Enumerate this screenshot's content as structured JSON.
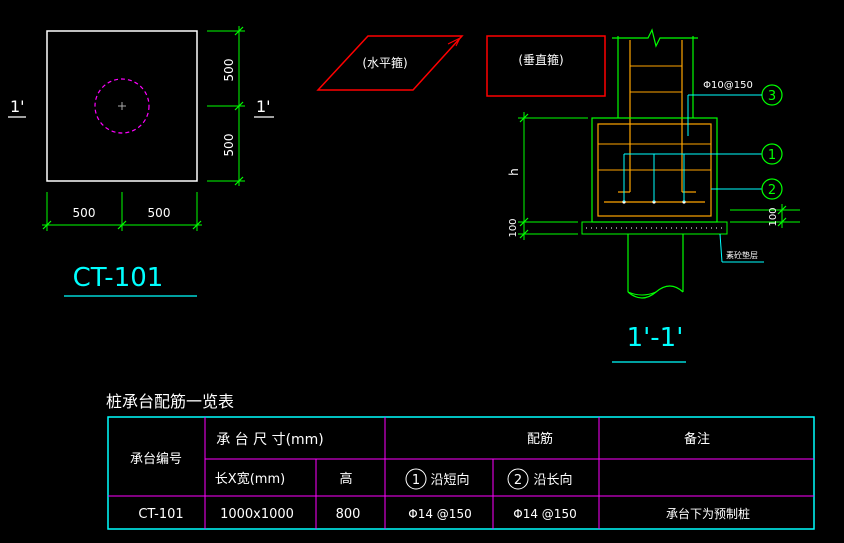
{
  "plan": {
    "dim_top": "500",
    "dim_bottom": "500",
    "dim_left": "500",
    "dim_right": "500",
    "section_mark_left": "1'",
    "section_mark_right": "1'",
    "title": "CT-101"
  },
  "legend": {
    "horizontal_bar": "(水平箍)",
    "vertical_bar": "(垂直箍)"
  },
  "section": {
    "rebar_label": "Φ10@150",
    "callout_1": "1",
    "callout_2": "2",
    "callout_3": "3",
    "dim_h": "h",
    "dim_100_left": "100",
    "dim_100_right": "100",
    "cushion_label": "素砼垫层",
    "title": "1'-1'"
  },
  "table": {
    "title": "桩承台配筋一览表",
    "headers": {
      "id": "承台编号",
      "size": "承 台 尺 寸(mm)",
      "rebar": "配筋",
      "remark": "备注",
      "lw": "长X宽(mm)",
      "height": "高",
      "r1_num": "1",
      "r1_text": "沿短向",
      "r2_num": "2",
      "r2_text": "沿长向"
    },
    "rows": [
      {
        "id": "CT-101",
        "lw": "1000x1000",
        "height": "800",
        "rebar_short": "Φ14 @150",
        "rebar_long": "Φ14 @150",
        "remark": "承台下为预制桩"
      }
    ]
  },
  "colors": {
    "line_white": "#ffffff",
    "line_green": "#00ff00",
    "line_cyan": "#00ffff",
    "line_magenta": "#ff00ff",
    "line_red": "#ff0000",
    "line_orange": "#ffa500",
    "line_yellow": "#ffff00"
  }
}
